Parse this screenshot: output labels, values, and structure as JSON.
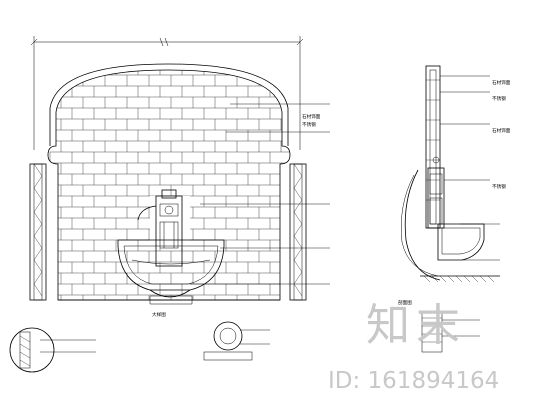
{
  "watermark": {
    "logo_text": "知末",
    "id_text": "ID: 161894164"
  },
  "elevation": {
    "center_notes": [
      "石材饰面",
      "不锈钢"
    ]
  },
  "right_section": {
    "right_notes": [
      "石材饰面",
      "不锈钢",
      "石材饰面",
      "不锈钢"
    ]
  },
  "detail_titles": [
    "大样图",
    "剖面图"
  ],
  "colors": {
    "line": "#000000",
    "watermark": "#c8c8c8"
  }
}
